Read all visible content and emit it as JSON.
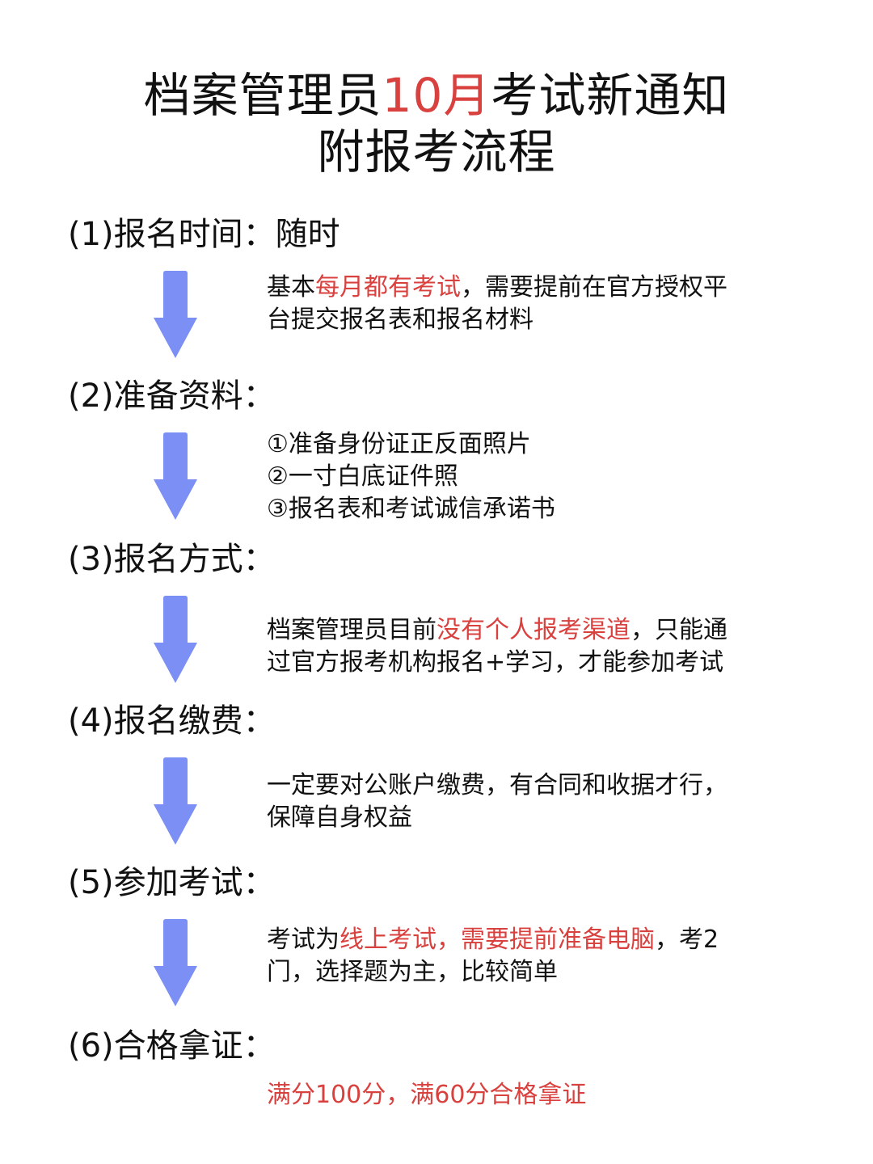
{
  "title": {
    "line1": [
      {
        "t": "档案管理员",
        "red": false
      },
      {
        "t": "10月",
        "red": true
      },
      {
        "t": "考试新通知",
        "red": false
      }
    ],
    "line2": "附报考流程"
  },
  "colors": {
    "accent_red": "#d9413f",
    "arrow_blue": "#7b8ff5"
  },
  "steps": [
    {
      "heading": "(1)报名时间：随时",
      "icon": "arrow-down-icon",
      "lines": [
        [
          {
            "t": "基本",
            "red": false
          },
          {
            "t": "每月都有考试",
            "red": true
          },
          {
            "t": "，需要提前在官方授权平",
            "red": false
          }
        ],
        [
          {
            "t": "台提交报名表和报名材料",
            "red": false
          }
        ]
      ]
    },
    {
      "heading": "(2)准备资料：",
      "icon": "arrow-down-icon",
      "lines": [
        [
          {
            "t": "①准备身份证正反面照片",
            "red": false
          }
        ],
        [
          {
            "t": "②一寸白底证件照",
            "red": false
          }
        ],
        [
          {
            "t": "③报名表和考试诚信承诺书",
            "red": false
          }
        ]
      ]
    },
    {
      "heading": "(3)报名方式：",
      "icon": "arrow-down-icon",
      "lines": [
        [
          {
            "t": "档案管理员目前",
            "red": false
          },
          {
            "t": "没有个人报考渠道",
            "red": true
          },
          {
            "t": "，只能通",
            "red": false
          }
        ],
        [
          {
            "t": "过官方报考机构报名+学习，才能参加考试",
            "red": false
          }
        ]
      ]
    },
    {
      "heading": "(4)报名缴费：",
      "icon": "arrow-down-icon",
      "lines": [
        [
          {
            "t": "一定要对公账户缴费，有合同和收据才行，",
            "red": false
          }
        ],
        [
          {
            "t": "保障自身权益",
            "red": false
          }
        ]
      ]
    },
    {
      "heading": "(5)参加考试：",
      "icon": "arrow-down-icon",
      "lines": [
        [
          {
            "t": "考试为",
            "red": false
          },
          {
            "t": "线上考试，需要提前准备电脑",
            "red": true
          },
          {
            "t": "，考2",
            "red": false
          }
        ],
        [
          {
            "t": "门，选择题为主，比较简单",
            "red": false
          }
        ]
      ]
    },
    {
      "heading": "(6)合格拿证：",
      "icon": null,
      "lines": [
        [
          {
            "t": "满分100分，满60分合格拿证",
            "red": true
          }
        ]
      ]
    }
  ]
}
